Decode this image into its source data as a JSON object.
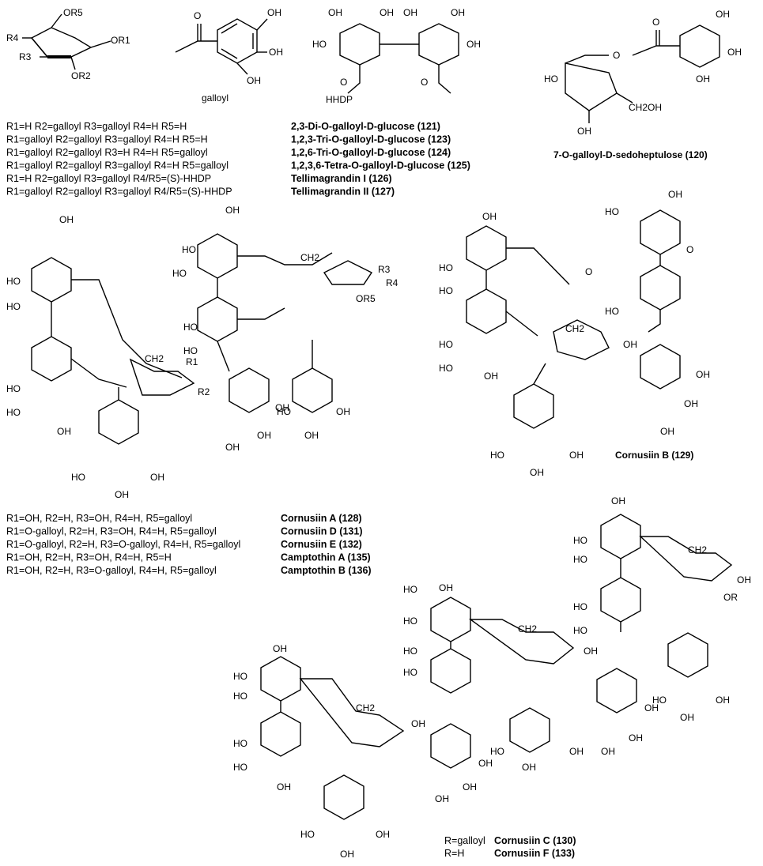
{
  "labels": {
    "oh": "OH",
    "galloyl": "galloyl",
    "hhdp": "HHDP",
    "o": "O",
    "r1": "R1",
    "r2": "R2",
    "r3": "R3",
    "r4": "R4",
    "r5": "R5",
    "or1": "OR1",
    "or2": "OR2",
    "or5": "OR5",
    "or5b": "OR5",
    "ho": "HO",
    "ch2": "CH2",
    "ch2oh": "CH2OH",
    "or": "OR",
    "sedoheptulose": "7-O-galloyl-D-sedoheptulose (120)",
    "cornusiin_b": "Cornusiin B (129)"
  },
  "glucose_table": [
    {
      "sub": "R1=H R2=galloyl R3=galloyl  R4=H R5=H",
      "name": "2,3-Di-O-galloyl-D-glucose (121)"
    },
    {
      "sub": "R1=galloyl R2=galloyl R3=galloyl R4=H R5=H",
      "name": "1,2,3-Tri-O-galloyl-D-glucose (123)"
    },
    {
      "sub": "R1=galloyl R2=galloyl R3=H R4=H R5=galloyl",
      "name": "1,2,6-Tri-O-galloyl-D-glucose (124)"
    },
    {
      "sub": "R1=galloyl R2=galloyl R3=galloyl R4=H R5=galloyl",
      "name": "1,2,3,6-Tetra-O-galloyl-D-glucose (125)"
    },
    {
      "sub": "R1=H R2=galloyl R3=galloyl R4/R5=(S)-HHDP",
      "name": "Tellimagrandin I (126)"
    },
    {
      "sub": "R1=galloyl R2=galloyl R3=galloyl R4/R5=(S)-HHDP",
      "name": "Tellimagrandin II (127)"
    }
  ],
  "cornusiin_table": [
    {
      "sub": "R1=OH, R2=H, R3=OH, R4=H, R5=galloyl",
      "name": "Cornusiin A (128)"
    },
    {
      "sub": "R1=O-galloyl, R2=H, R3=OH, R4=H, R5=galloyl",
      "name": "Cornusiin D (131)"
    },
    {
      "sub": "R1=O-galloyl, R2=H, R3=O-galloyl, R4=H, R5=galloyl",
      "name": "Cornusiin E (132)"
    },
    {
      "sub": "R1=OH, R2=H, R3=OH, R4=H, R5=H",
      "name": "Camptothin A (135)"
    },
    {
      "sub": "R1=OH, R2=H, R3=O-galloyl, R4=H, R5=galloyl",
      "name": "Camptothin B (136)"
    }
  ],
  "cornusiin_cf_table": [
    {
      "sub": "R=galloyl",
      "name": "Cornusiin C (130)"
    },
    {
      "sub": "R=H",
      "name": "Cornusiin F (133)"
    }
  ]
}
